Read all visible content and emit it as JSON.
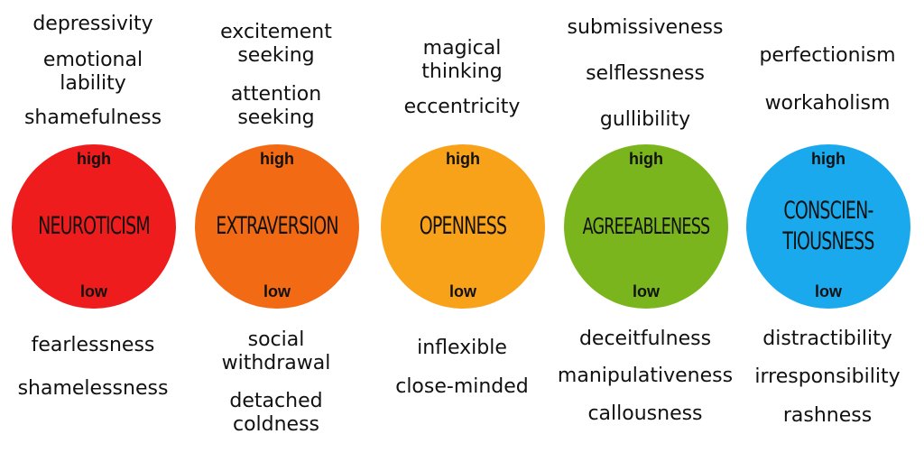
{
  "traits": [
    {
      "name": "NEUROTICISM",
      "color": "#ee1c1c",
      "high_label": "high",
      "low_label": "low",
      "high_words": [
        "depressivity",
        "emotional\nlability",
        "shamefulness"
      ],
      "low_words": [
        "fearlessness",
        "shamelessness"
      ]
    },
    {
      "name": "EXTRAVERSION",
      "color": "#f26a14",
      "high_label": "high",
      "low_label": "low",
      "high_words": [
        "excitement\nseeking",
        "attention\nseeking"
      ],
      "low_words": [
        "social\nwithdrawal",
        "detached\ncoldness"
      ]
    },
    {
      "name": "OPENNESS",
      "color": "#f8a21a",
      "high_label": "high",
      "low_label": "low",
      "high_words": [
        "magical\nthinking",
        "eccentricity"
      ],
      "low_words": [
        "inflexible",
        "close-minded"
      ]
    },
    {
      "name": "AGREEABLENESS",
      "color": "#7ab51d",
      "high_label": "high",
      "low_label": "low",
      "high_words": [
        "submissiveness",
        "selflessness",
        "gullibility"
      ],
      "low_words": [
        "deceitfulness",
        "manipulativeness",
        "callousness"
      ]
    },
    {
      "name": "CONSCIEN-\nTIOUSNESS",
      "color": "#1aa9ec",
      "high_label": "high",
      "low_label": "low",
      "high_words": [
        "perfectionism",
        "workaholism"
      ],
      "low_words": [
        "distractibility",
        "irresponsibility",
        "rashness"
      ]
    }
  ]
}
